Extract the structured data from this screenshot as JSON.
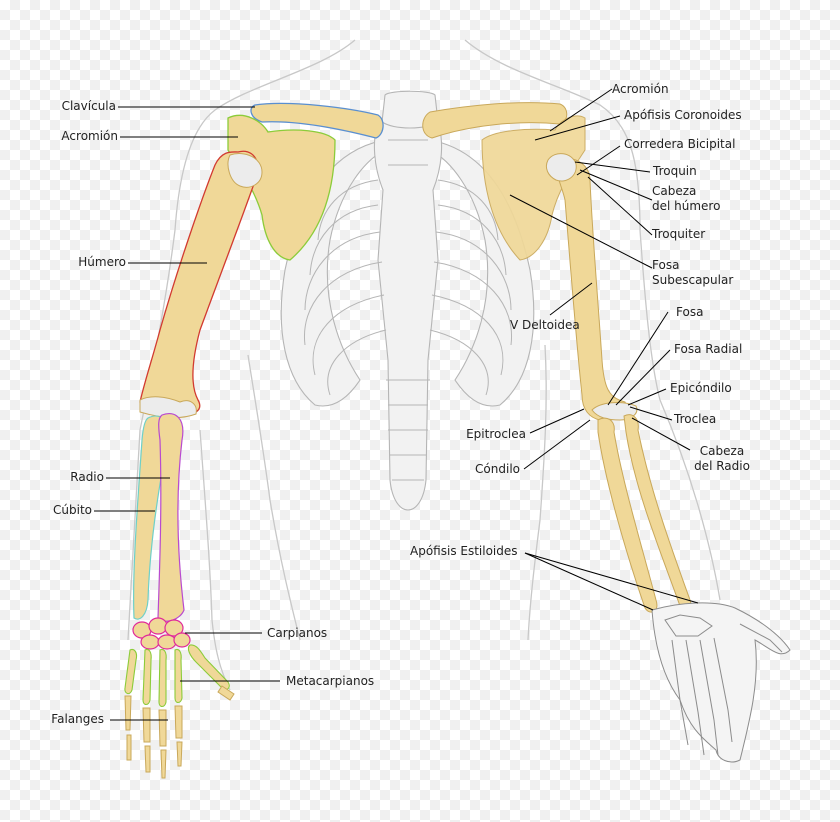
{
  "colors": {
    "bone": "#f0d898",
    "bone_edge": "#c9a85a",
    "ghost": "#f2f2f2",
    "ghost_edge": "#b5b5b5",
    "outline": "#c8c8c8",
    "clavicle_edge": "#5a8fd0",
    "scapula_edge": "#8ccc3a",
    "humerus_edge": "#d23a30",
    "radius_edge": "#b84ad0",
    "ulna_edge": "#6fd0c8",
    "carpal_edge": "#e02a9a",
    "hand_edge": "#8ccc3a",
    "leader": "#000000"
  },
  "labels": {
    "clavicula": "Clavícula",
    "acromion_left": "Acromión",
    "humero": "Húmero",
    "radio": "Radio",
    "cubito": "Cúbito",
    "carpianos": "Carpianos",
    "metacarpianos": "Metacarpianos",
    "falanges": "Falanges",
    "acromion_right": "Acromión",
    "apofisis_coronoides": "Apófisis Coronoides",
    "corredera_bicipital": "Corredera Bicipital",
    "troquin": "Troquin",
    "cabeza_humero_1": "Cabeza",
    "cabeza_humero_2": "del húmero",
    "troquiter": "Troquiter",
    "fosa_subescapular_1": "Fosa",
    "fosa_subescapular_2": "Subescapular",
    "v_deltoidea": "V Deltoidea",
    "fosa": "Fosa",
    "fosa_radial": "Fosa Radial",
    "epicondilo": "Epicóndilo",
    "troclea": "Troclea",
    "epitroclea": "Epitroclea",
    "condilo": "Cóndilo",
    "cabeza_radio_1": "Cabeza",
    "cabeza_radio_2": "del Radio",
    "apofisis_estiloides": "Apófisis Estiloides"
  }
}
